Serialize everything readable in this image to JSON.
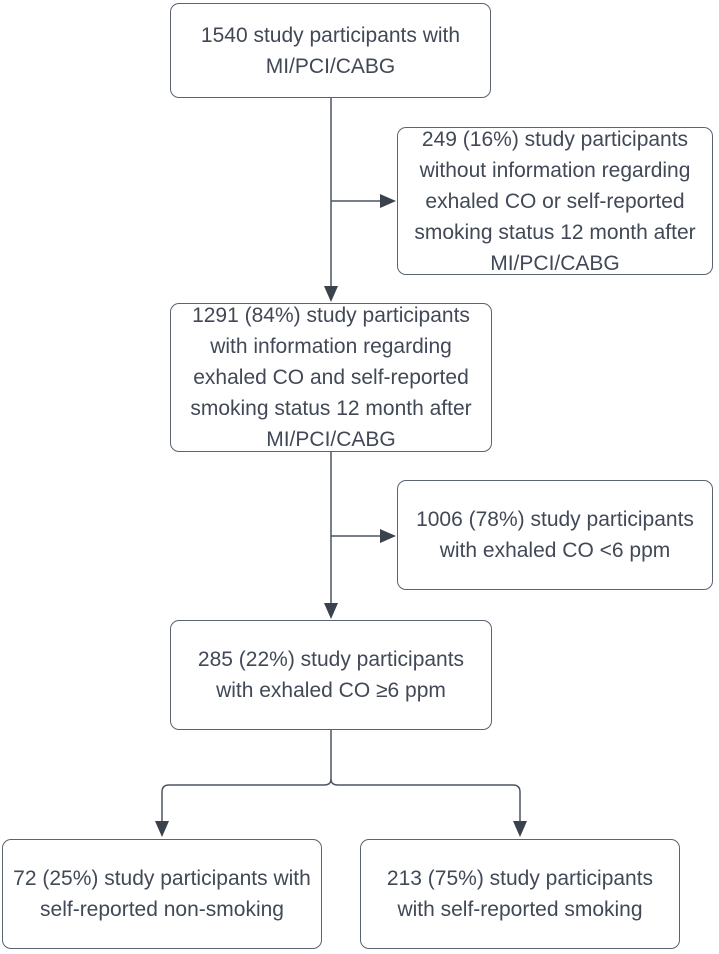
{
  "diagram": {
    "type": "flowchart",
    "background_color": "#ffffff",
    "box_border_color": "#5b6370",
    "line_color": "#4d5563",
    "arrow_color": "#3a424e",
    "text_color": "#414956",
    "boxes": [
      {
        "id": "total",
        "text": "1540 study participants with\nMI/PCI/CABG"
      },
      {
        "id": "excluded",
        "text": "249 (16%) study participants\nwithout information regarding\nexhaled CO or self-reported\nsmoking status 12 month after\nMI/PCI/CABG"
      },
      {
        "id": "with-info",
        "text": "1291 (84%) study participants\nwith information regarding\nexhaled CO and self-reported\nsmoking status 12 month after\nMI/PCI/CABG"
      },
      {
        "id": "co-low",
        "text": "1006 (78%) study participants\nwith exhaled CO <6 ppm"
      },
      {
        "id": "co-high",
        "text": "285 (22%) study participants\nwith exhaled CO ≥6 ppm"
      },
      {
        "id": "non-smoking",
        "text": "72 (25%) study participants with\nself-reported non-smoking"
      },
      {
        "id": "smoking",
        "text": "213 (75%) study participants\nwith self-reported smoking"
      }
    ]
  }
}
